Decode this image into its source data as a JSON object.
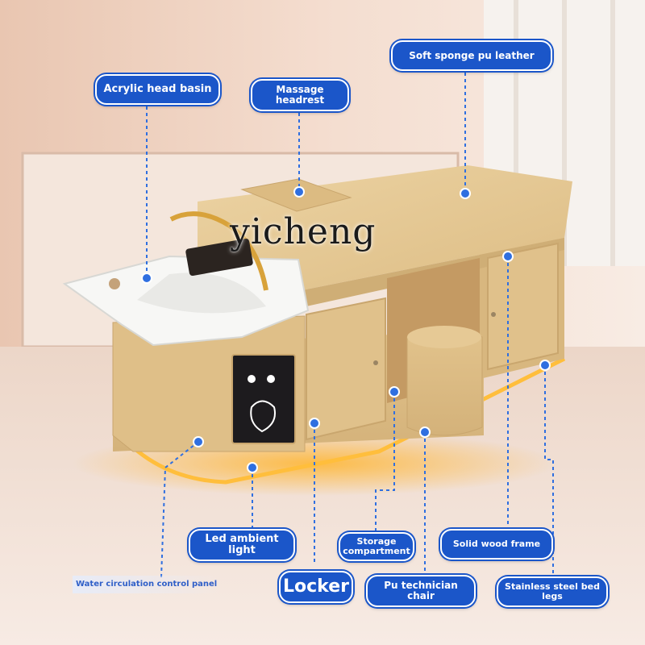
{
  "watermark": "yicheng",
  "callouts": {
    "acrylic_head_basin": "Acrylic head basin",
    "massage_headrest": "Massage\nheadrest",
    "soft_sponge": "Soft sponge pu leather",
    "led_ambient_light": "Led ambient light",
    "storage_compartment": "Storage\ncompartment",
    "solid_wood_frame": "Solid wood frame",
    "locker": "Locker",
    "pu_technician_chair": "Pu technician\nchair",
    "stainless_legs": "Stainless steel bed legs",
    "water_panel": "Water circulation control panel"
  },
  "colors": {
    "label_blue": "#1b56c9",
    "leather_beige": "#e4c792",
    "basin_white": "#f7f7f5",
    "led_glow": "#ffb52e"
  }
}
